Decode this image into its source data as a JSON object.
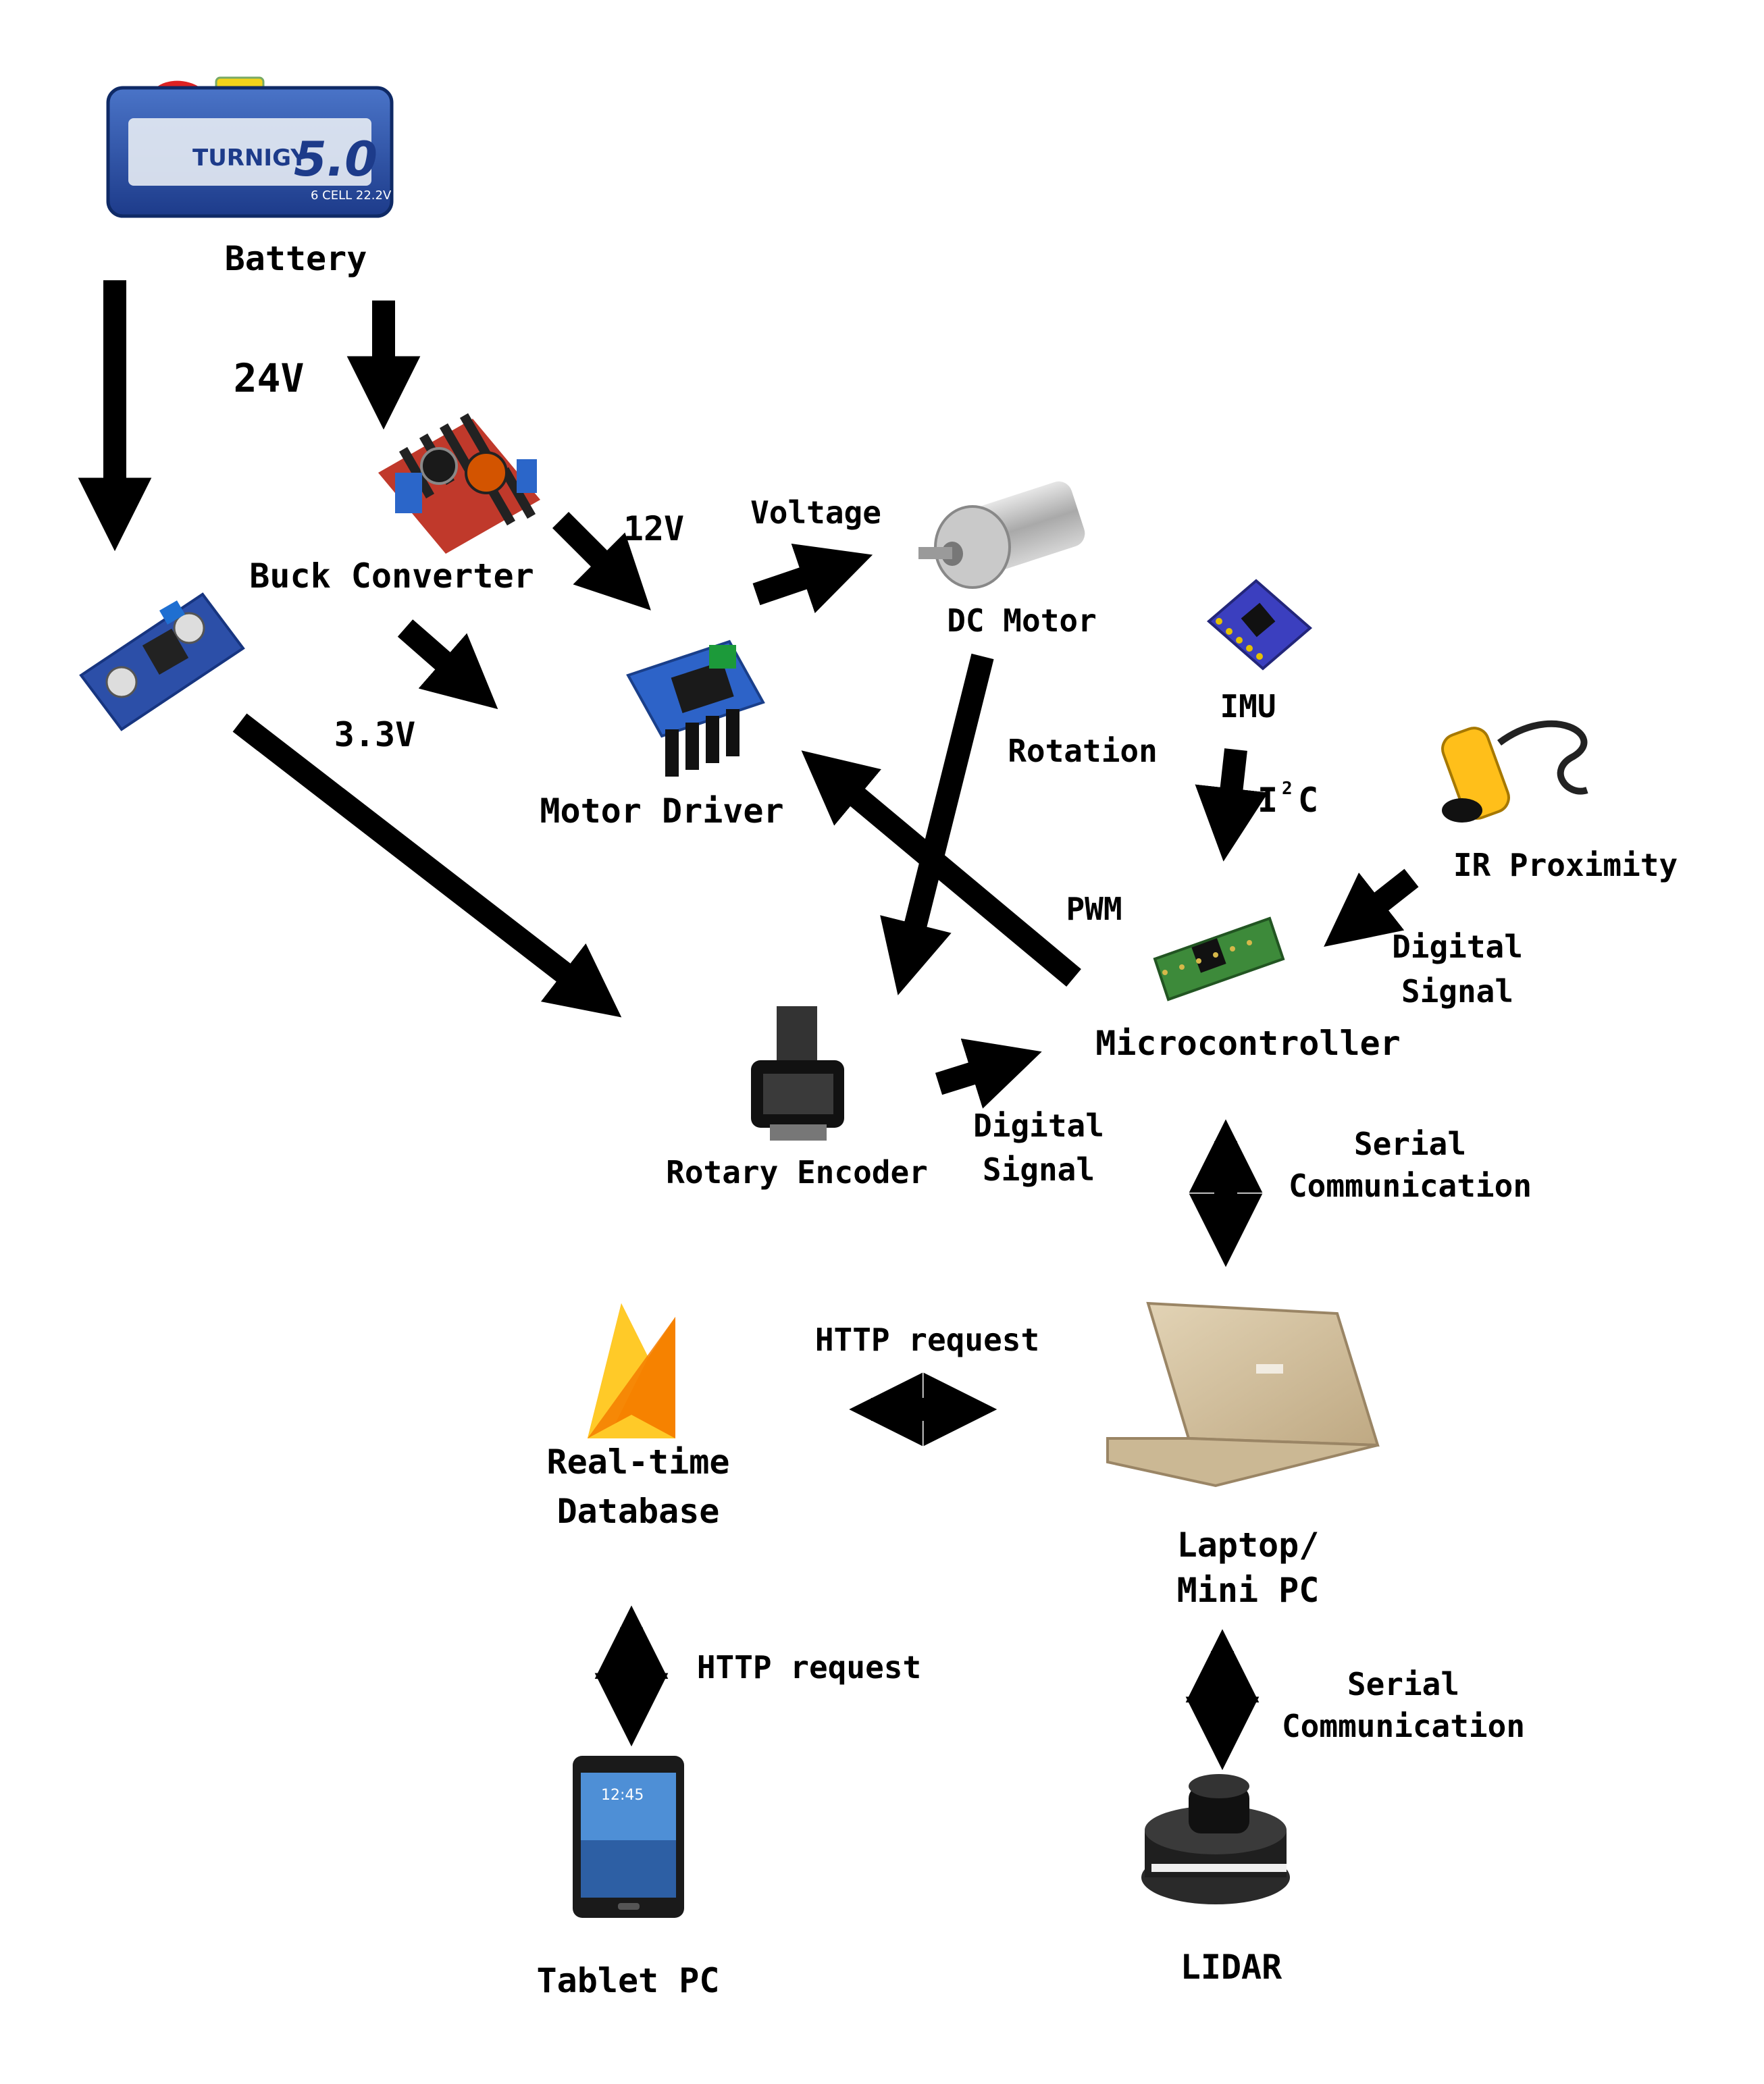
{
  "nodes": {
    "battery": {
      "label": "Battery",
      "brand": "TURNIGY",
      "capacity_mark": "5.0",
      "spec": "6 CELL 22.2V"
    },
    "buck_converter": {
      "label": "Buck Converter"
    },
    "motor_driver": {
      "label": "Motor Driver"
    },
    "dc_motor": {
      "label": "DC Motor"
    },
    "imu": {
      "label": "IMU"
    },
    "ir_proximity": {
      "label": "IR Proximity"
    },
    "microcontroller": {
      "label": "Microcontroller"
    },
    "rotary_encoder": {
      "label": "Rotary Encoder"
    },
    "database": {
      "label_line1": "Real-time",
      "label_line2": "Database"
    },
    "laptop": {
      "label_line1": "Laptop/",
      "label_line2": "Mini PC"
    },
    "tablet": {
      "label": "Tablet PC",
      "clock": "12:45"
    },
    "lidar": {
      "label": "LIDAR"
    }
  },
  "edges": {
    "v24": "24V",
    "v12": "12V",
    "v33": "3.3V",
    "voltage": "Voltage",
    "rotation": "Rotation",
    "pwm": "PWM",
    "i2c": "I",
    "i2c_sup": "2",
    "i2c_tail": "C",
    "ir_signal_line1": "Digital",
    "ir_signal_line2": "Signal",
    "enc_signal_line1": "Digital",
    "enc_signal_line2": "Signal",
    "serial1_line1": "Serial",
    "serial1_line2": "Communication",
    "http1": "HTTP request",
    "http2": "HTTP request",
    "serial2_line1": "Serial",
    "serial2_line2": "Communication"
  }
}
